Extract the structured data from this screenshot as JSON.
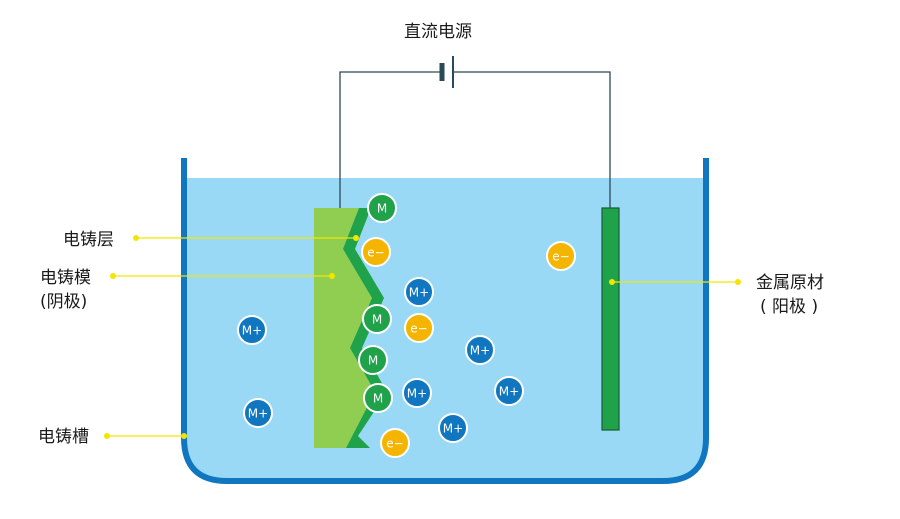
{
  "title": "直流电源",
  "labels": {
    "deposit_layer": "电铸层",
    "mold_line1": "电铸模",
    "mold_line2": "(阴极)",
    "tank": "电铸槽",
    "anode_line1": "金属原材",
    "anode_line2": "( 阳极 )"
  },
  "particles": {
    "metal_atom": "M",
    "metal_ion": "M+",
    "electron": "e−"
  },
  "colors": {
    "electrolyte": "#9ad9f5",
    "tank_wall": "#1076c0",
    "mold": "#8fce50",
    "deposit": "#1fa24a",
    "anode": "#1fa24a",
    "ion": "#1076c0",
    "electron": "#f4b400",
    "leader": "#f2e600",
    "wire": "#2a4a5a"
  }
}
